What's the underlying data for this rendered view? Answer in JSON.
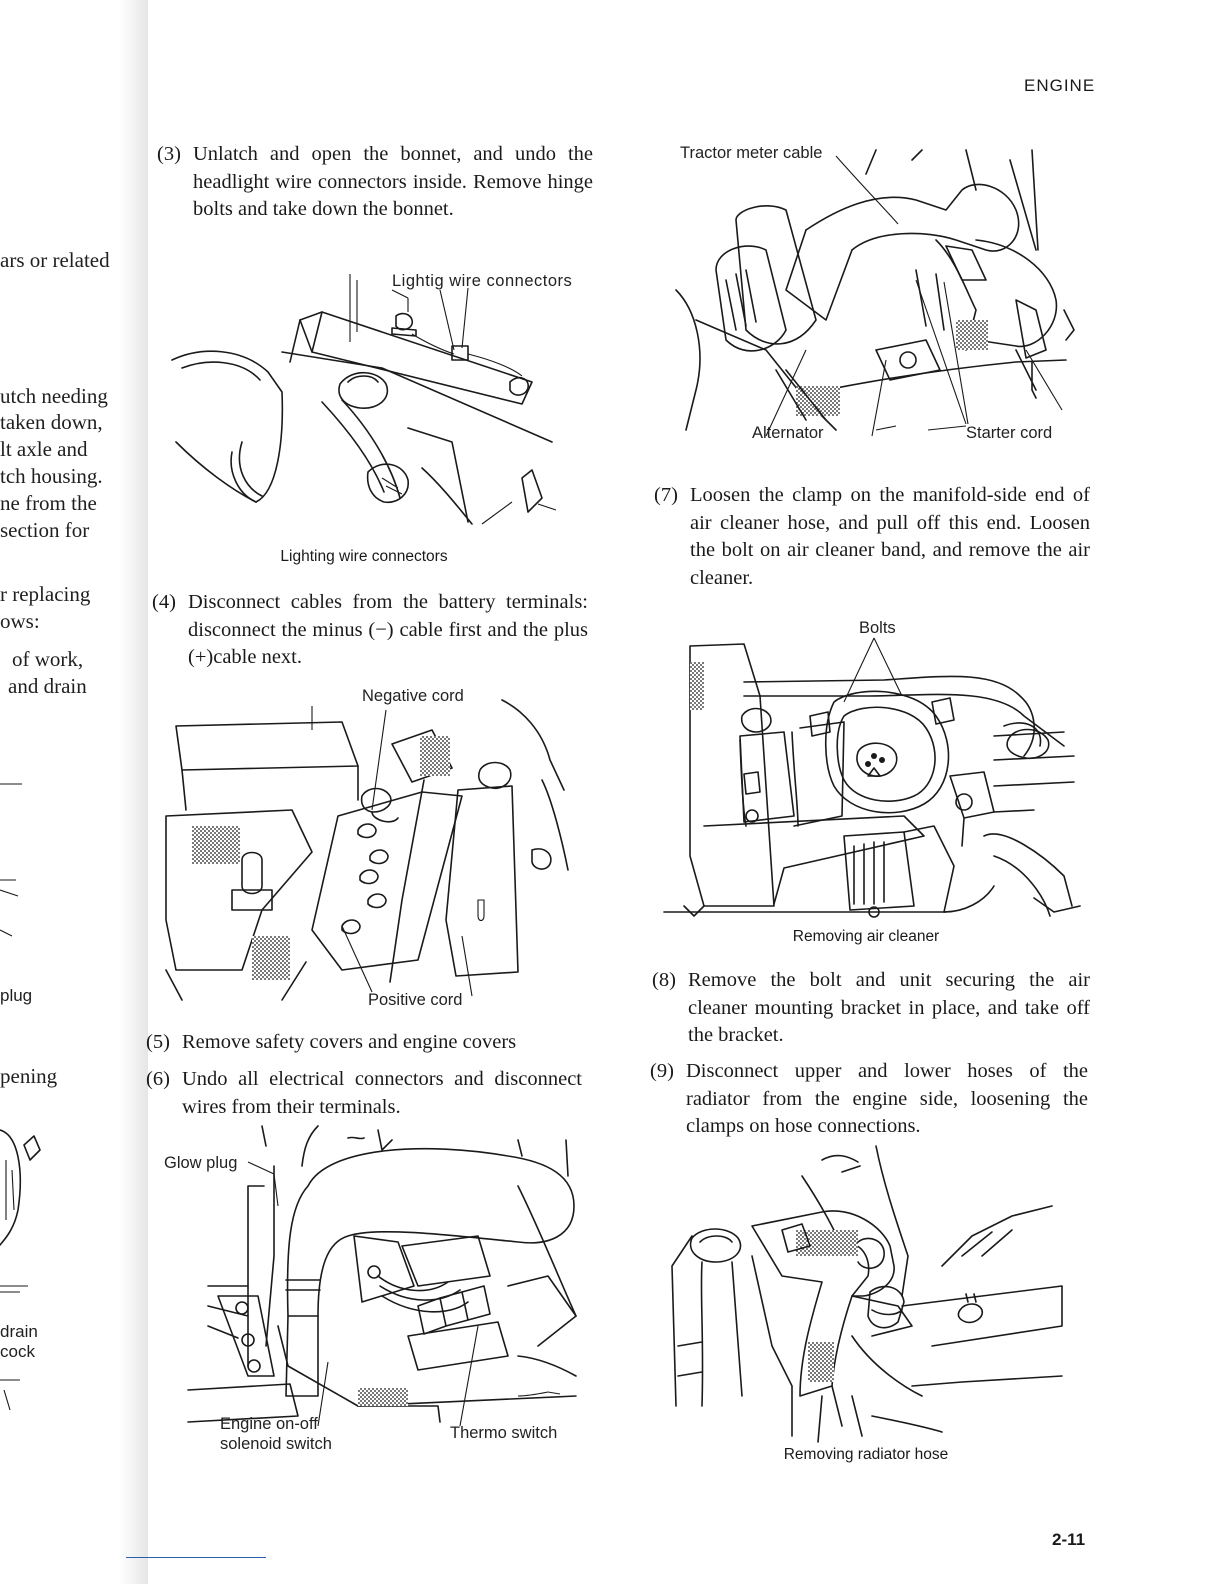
{
  "header": {
    "section": "ENGINE"
  },
  "page_number": "2-11",
  "left_fragment": [
    "ars or related",
    "utch needing",
    "taken down,",
    "lt axle and",
    "tch housing.",
    "ne from the",
    "section for",
    "r replacing",
    "ows:",
    "of work,",
    "and drain",
    "plug",
    "pening",
    "drain",
    "cock"
  ],
  "steps": [
    {
      "num": "(3)",
      "text": "Unlatch and open the bonnet, and undo the headlight wire connectors inside. Remove hinge bolts and take down the bonnet."
    },
    {
      "num": "(4)",
      "text": "Disconnect cables from the battery terminals: disconnect the minus (−) cable first and the plus (+)cable next."
    },
    {
      "num": "(5)",
      "text": "Remove safety covers and engine covers"
    },
    {
      "num": "(6)",
      "text": "Undo all electrical connectors and disconnect wires from their terminals."
    },
    {
      "num": "(7)",
      "text": "Loosen the clamp on the manifold-side end of air cleaner hose, and pull off this end. Loosen the bolt on air cleaner band, and remove the air cleaner."
    },
    {
      "num": "(8)",
      "text": "Remove the bolt and unit securing the air cleaner mounting bracket in place, and take off the bracket."
    },
    {
      "num": "(9)",
      "text": "Disconnect upper and lower hoses of the radiator from the engine side, loosening the clamps on hose connections."
    }
  ],
  "figures": {
    "fig1": {
      "callout": "Lightig wire connectors",
      "caption": "Lighting wire connectors"
    },
    "fig2": {
      "callout_negative": "Negative cord",
      "callout_positive": "Positive cord"
    },
    "fig3": {
      "callout_glow": "Glow plug",
      "callout_solenoid_1": "Engine on-off",
      "callout_solenoid_2": "solenoid switch",
      "callout_thermo": "Thermo switch"
    },
    "fig4": {
      "callout_meter": "Tractor meter cable",
      "callout_alternator": "Alternator",
      "callout_starter": "Starter cord"
    },
    "fig5": {
      "callout_bolts": "Bolts",
      "caption": "Removing air cleaner"
    },
    "fig6": {
      "caption": "Removing radiator hose"
    }
  }
}
